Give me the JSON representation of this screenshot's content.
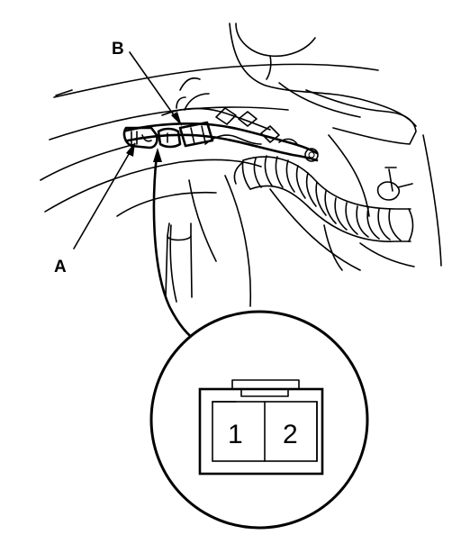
{
  "callouts": {
    "a": "A",
    "b": "B"
  },
  "connector_face": {
    "pins": [
      "1",
      "2"
    ]
  },
  "icons": {
    "arrow": "arrow-icon",
    "connector": "connector-icon"
  }
}
